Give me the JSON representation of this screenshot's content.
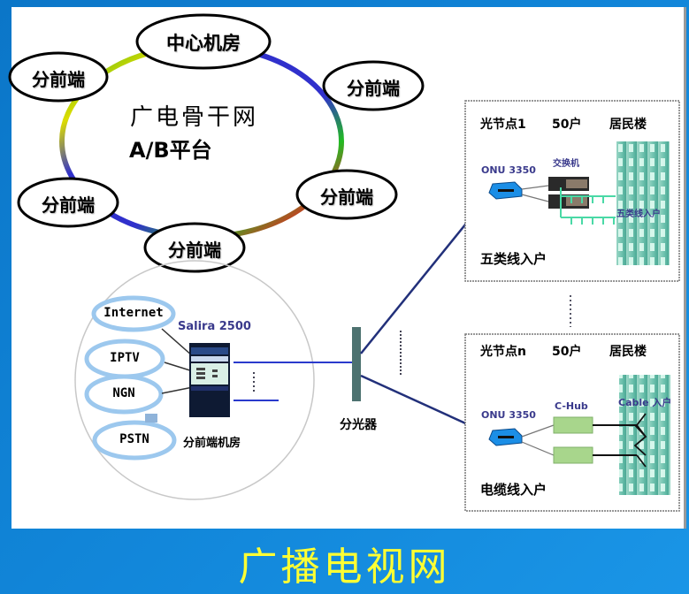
{
  "backbone": {
    "title_line1": "广电骨干网",
    "title_line2": "A/B平台",
    "nodes": {
      "center": "中心机房",
      "top_left": "分前端",
      "right_upper": "分前端",
      "left_lower": "分前端",
      "right_lower": "分前端",
      "bottom": "分前端"
    }
  },
  "headend": {
    "services": [
      "Internet",
      "IPTV",
      "NGN",
      "PSTN"
    ],
    "device": "Salira 2500",
    "room_label": "分前端机房"
  },
  "splitter": {
    "label": "分光器"
  },
  "node1": {
    "title_node": "光节点1",
    "title_households": "50户",
    "title_building": "居民楼",
    "onu": "ONU 3350",
    "switch": "交换机",
    "building_text": "五类线入户",
    "caption": "五类线入户"
  },
  "noden": {
    "title_node": "光节点n",
    "title_households": "50户",
    "title_building": "居民楼",
    "onu": "ONU 3350",
    "hub": "C-Hub",
    "building_text": "Cable 入户",
    "caption": "电缆线入户"
  },
  "page_title": "广播电视网",
  "colors": {
    "background": "#1287da",
    "title": "#ffff33",
    "fiber": "#2a3a9a",
    "service_oval": "#9cc8ee"
  }
}
